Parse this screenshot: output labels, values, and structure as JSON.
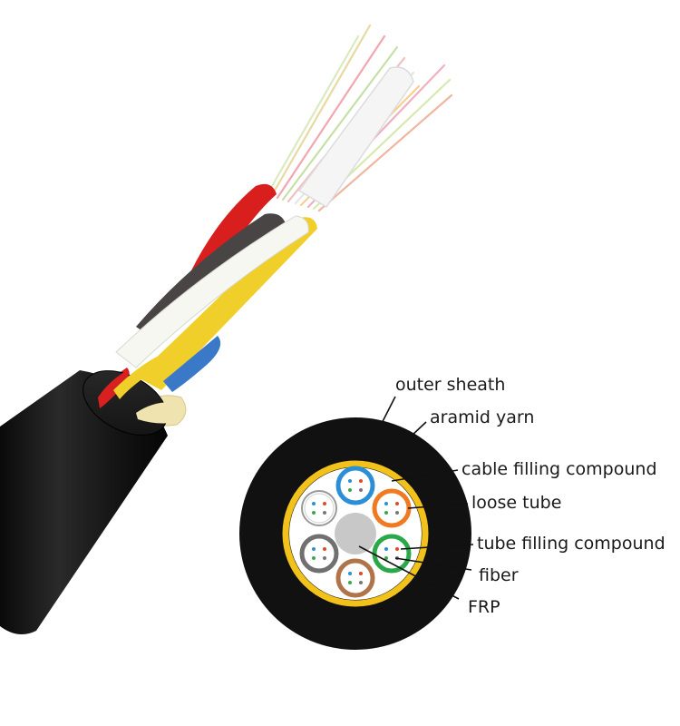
{
  "labels": {
    "outer_sheath": "outer sheath",
    "aramid_yarn": "aramid yarn",
    "cable_filling_compound": "cable filling compound",
    "loose_tube": "loose tube",
    "tube_filling_compound": "tube filling compound",
    "fiber": "fiber",
    "frp": "FRP"
  },
  "colors": {
    "sheath": "#111111",
    "aramid": "#f2c21a",
    "frp": "#c8c8c8",
    "tubes": [
      "#2a8fd6",
      "#f07a22",
      "#2aa84a",
      "#b0744a",
      "#707070",
      "#ffffff"
    ]
  }
}
